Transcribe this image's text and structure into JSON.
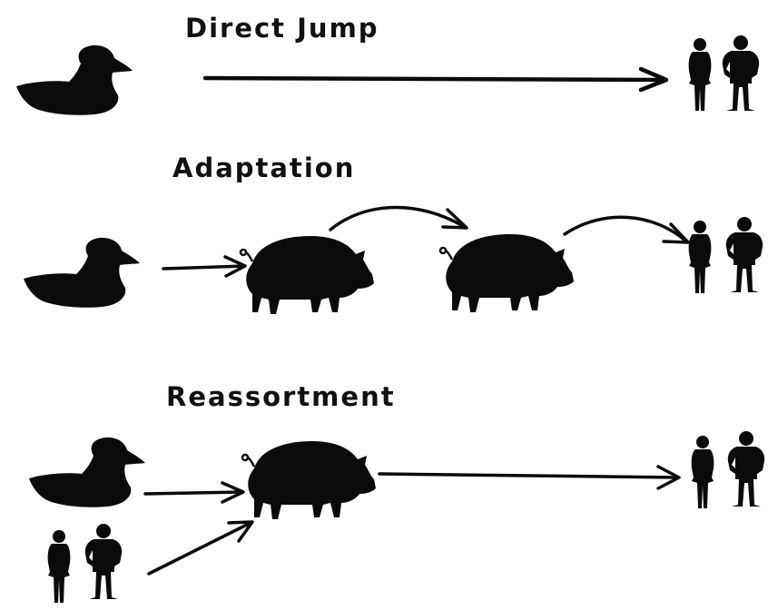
{
  "sections": [
    {
      "title": "Direct Jump"
    },
    {
      "title": "Adaptation"
    },
    {
      "title": "Reassortment"
    }
  ]
}
